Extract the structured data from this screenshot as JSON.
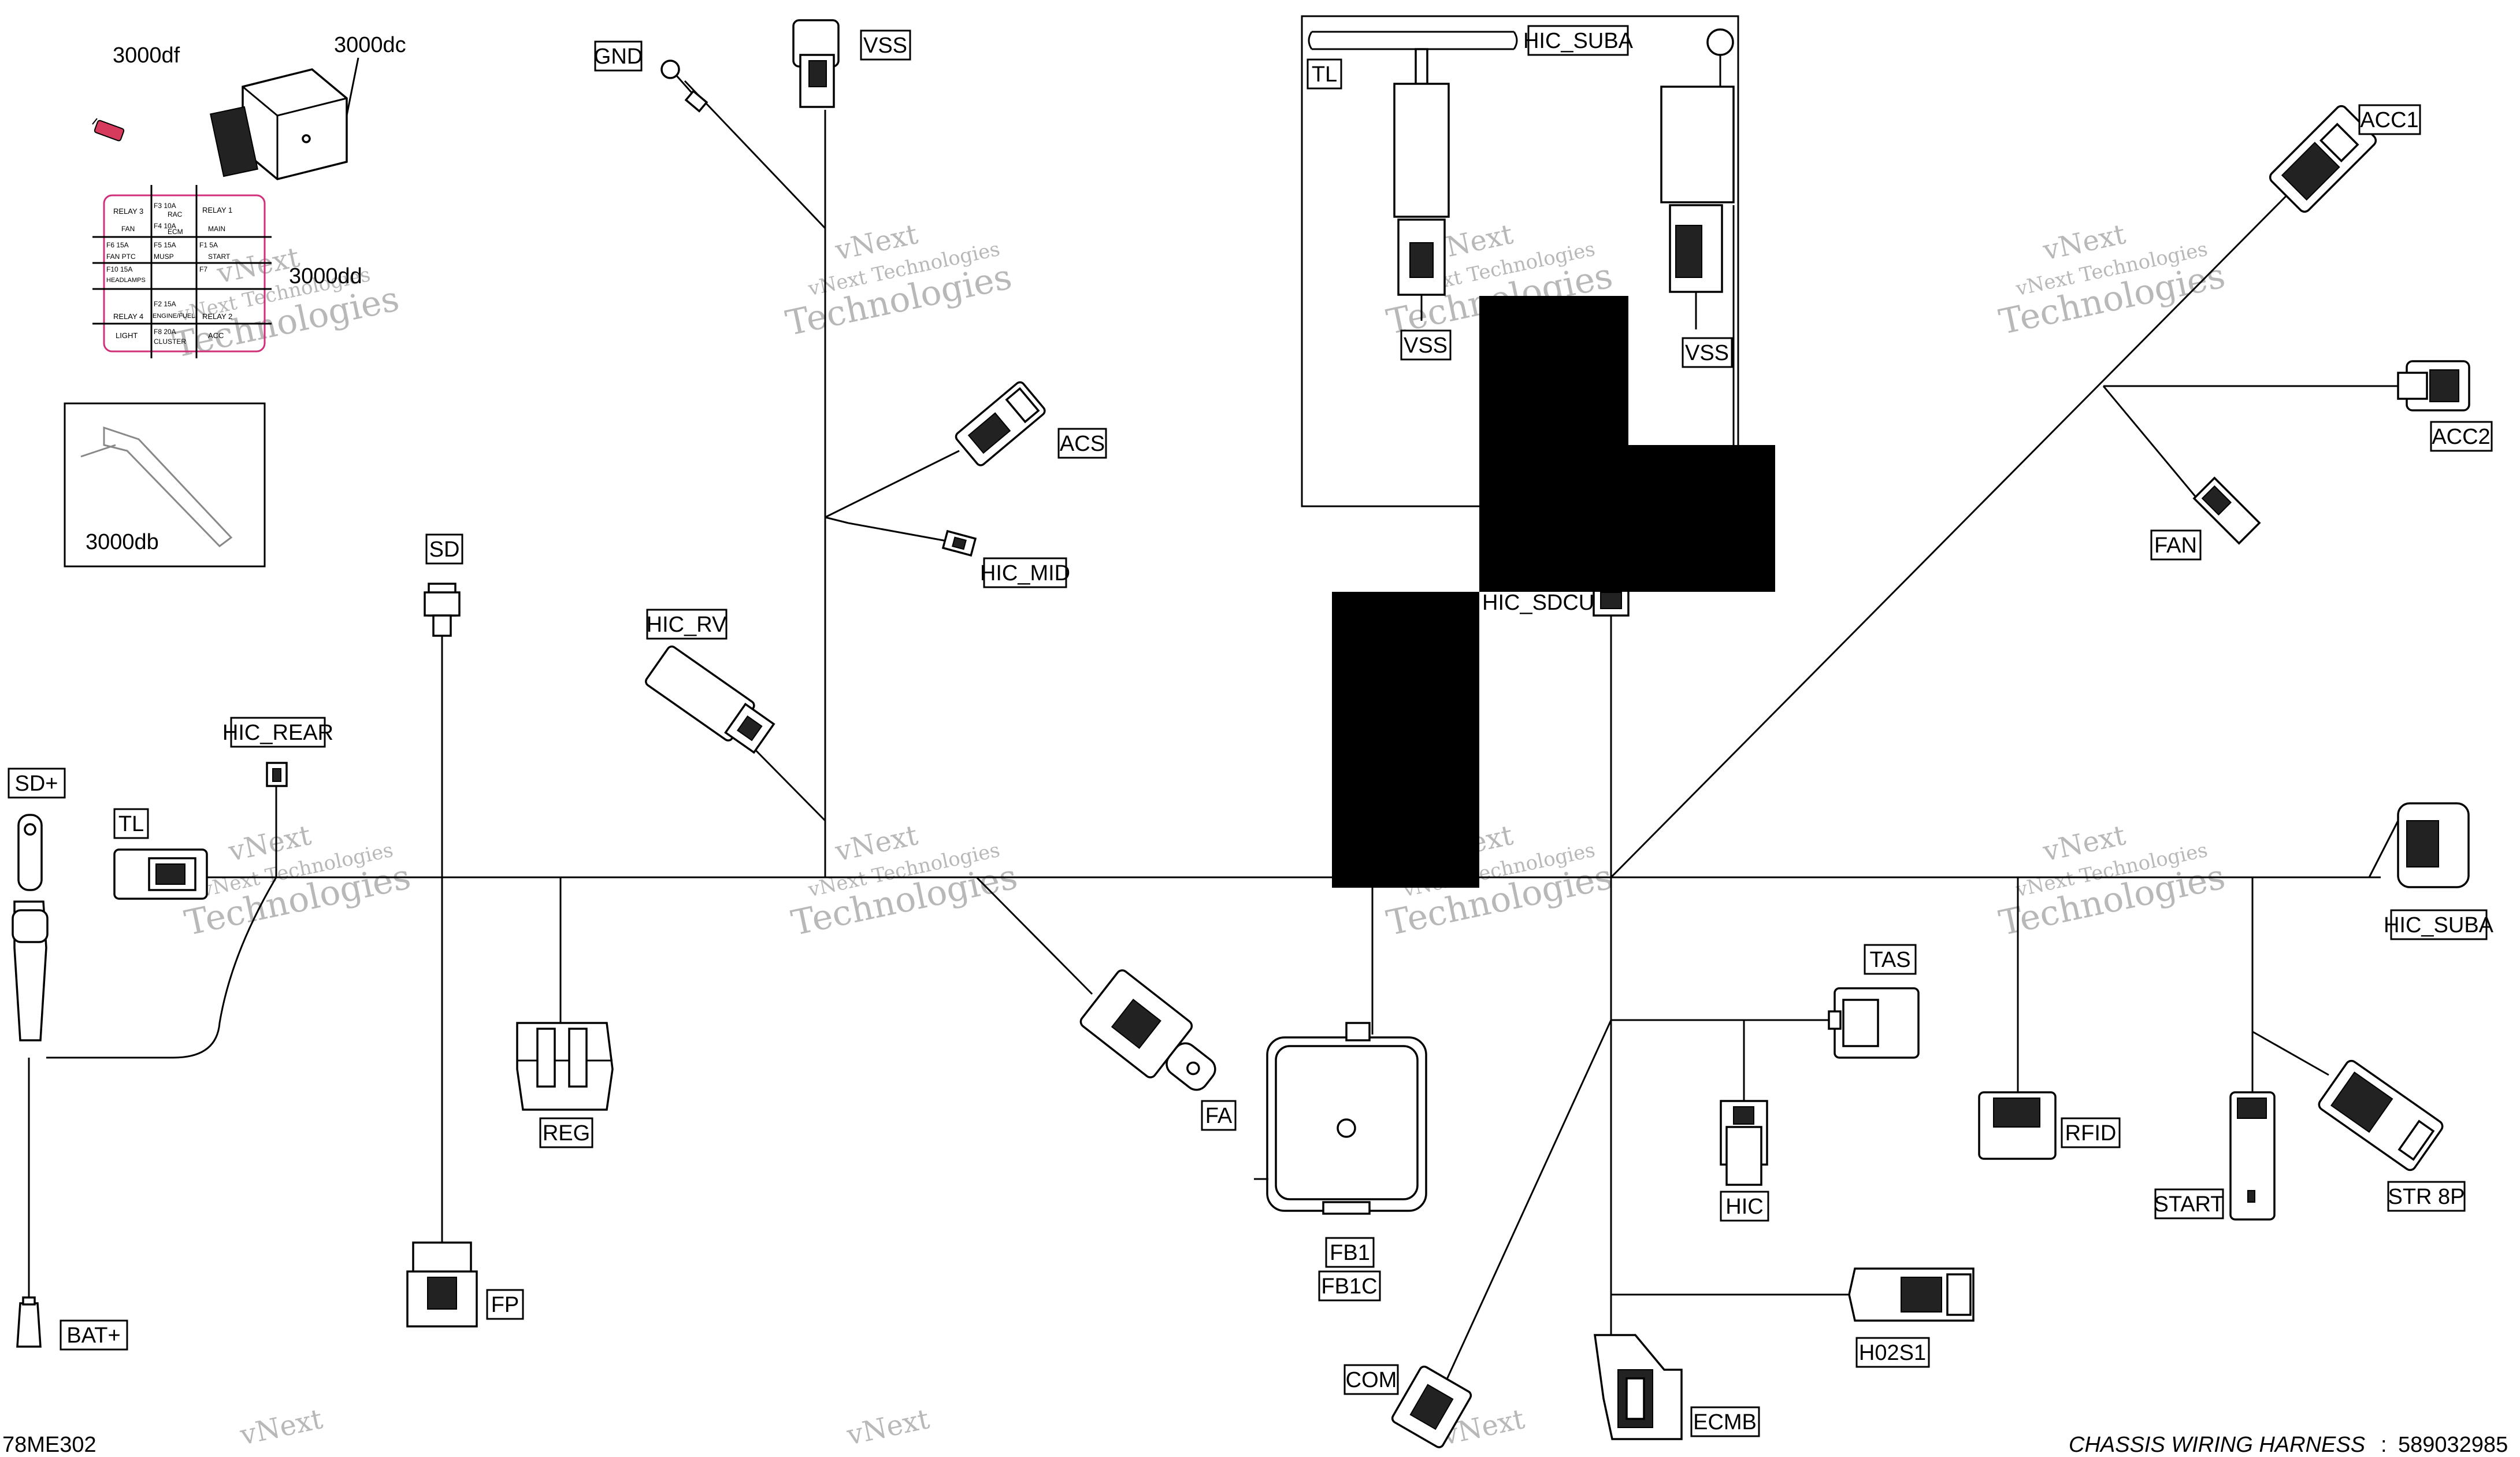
{
  "title": "CHASSIS WIRING HARNESS",
  "part_number": "589032985",
  "drawing_id": "78ME302",
  "watermark": {
    "line1": "vNext Technologies",
    "line2": "Technologies",
    "line3": "vNext"
  },
  "legend": {
    "fuse_label": "3000df",
    "relay_label": "3000dc",
    "fuse_box_label": "3000dd",
    "bracket_label": "3000db",
    "fuse_box_cells": [
      "RELAY 3",
      "F3 10A",
      "RAC",
      "RELAY 1",
      "MAIN",
      "FAN",
      "F4 10A",
      "ECM",
      "F5 15A",
      "F1 5A",
      "START",
      "F6 15A",
      "FAN PTC",
      "MUSP",
      "F10 15A",
      "HEADLAMPS",
      "F7",
      "F2 15A",
      "RELAY 4",
      "ENGINE/FUEL",
      "RELAY 2",
      "LIGHT",
      "F8 20A",
      "CLUSTER",
      "ACC"
    ]
  },
  "connectors": {
    "gnd": "GND",
    "vss_top": "VSS",
    "acs": "ACS",
    "hic_mid": "HIC_MID",
    "hic_rv": "HIC_RV",
    "sd": "SD",
    "hic_rear": "HIC_REAR",
    "sd_plus": "SD+",
    "tl": "TL",
    "bat_plus": "BAT+",
    "reg": "REG",
    "fp": "FP",
    "fa": "FA",
    "fb1": "FB1",
    "fb1c": "FB1C",
    "com": "COM",
    "ecmb": "ECMB",
    "h02s1": "H02S1",
    "hic": "HIC",
    "tas": "TAS",
    "rfid": "RFID",
    "start": "START",
    "str8p": "STR 8P",
    "hic_suba_right": "HIC_SUBA",
    "fan": "FAN",
    "acc1": "ACC1",
    "acc2": "ACC2",
    "hic_sdcu": "HIC_SDCU",
    "inset_hic_suba": "HIC_SUBA",
    "inset_tl": "TL",
    "inset_vss_left": "VSS",
    "inset_vss_right": "VSS"
  }
}
